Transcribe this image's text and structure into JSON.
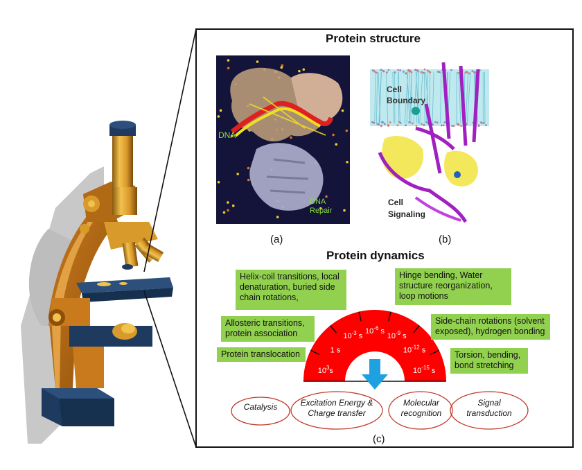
{
  "panel": {
    "title_structure": "Protein structure",
    "title_dynamics": "Protein dynamics",
    "caption_a": "(a)",
    "caption_b": "(b)",
    "caption_c": "(c)"
  },
  "image_a": {
    "label_dna": "DNA",
    "label_dna_repair_1": "DNA",
    "label_dna_repair_2": "Repair"
  },
  "image_b": {
    "label_cell_boundary_1": "Cell",
    "label_cell_boundary_2": "Boundary",
    "label_cell_signaling_1": "Cell",
    "label_cell_signaling_2": "Signaling"
  },
  "dynamics": {
    "boxes": [
      "Helix-coil transitions, local denaturation, buried side chain rotations,",
      "Hinge bending, Water structure reorganization, loop motions",
      "Allosteric transitions, protein association",
      "Side-chain rotations (solvent exposed), hydrogen bonding",
      "Protein translocation",
      "Torsion, bending, bond stretching"
    ],
    "timescales": [
      {
        "base": "10",
        "exp": "3",
        "unit": "s"
      },
      {
        "base": "1 s",
        "exp": "",
        "unit": ""
      },
      {
        "base": "10",
        "exp": "-3",
        "unit": " s"
      },
      {
        "base": "10",
        "exp": "-6",
        "unit": " s"
      },
      {
        "base": "10",
        "exp": "-9",
        "unit": " s"
      },
      {
        "base": "10",
        "exp": "-12",
        "unit": " s"
      },
      {
        "base": "10",
        "exp": "-15",
        "unit": " s"
      }
    ],
    "outcomes": [
      "Catalysis",
      "Excitation Energy & Charge transfer",
      "Molecular recognition",
      "Signal transduction"
    ]
  },
  "colors": {
    "arc_red": "#ff0000",
    "box_green": "#92d050",
    "arrow_blue": "#1fa0e0",
    "oval_red": "#c0392b",
    "microscope_gold": "#d89a2a",
    "microscope_navy": "#1f3a5f"
  }
}
